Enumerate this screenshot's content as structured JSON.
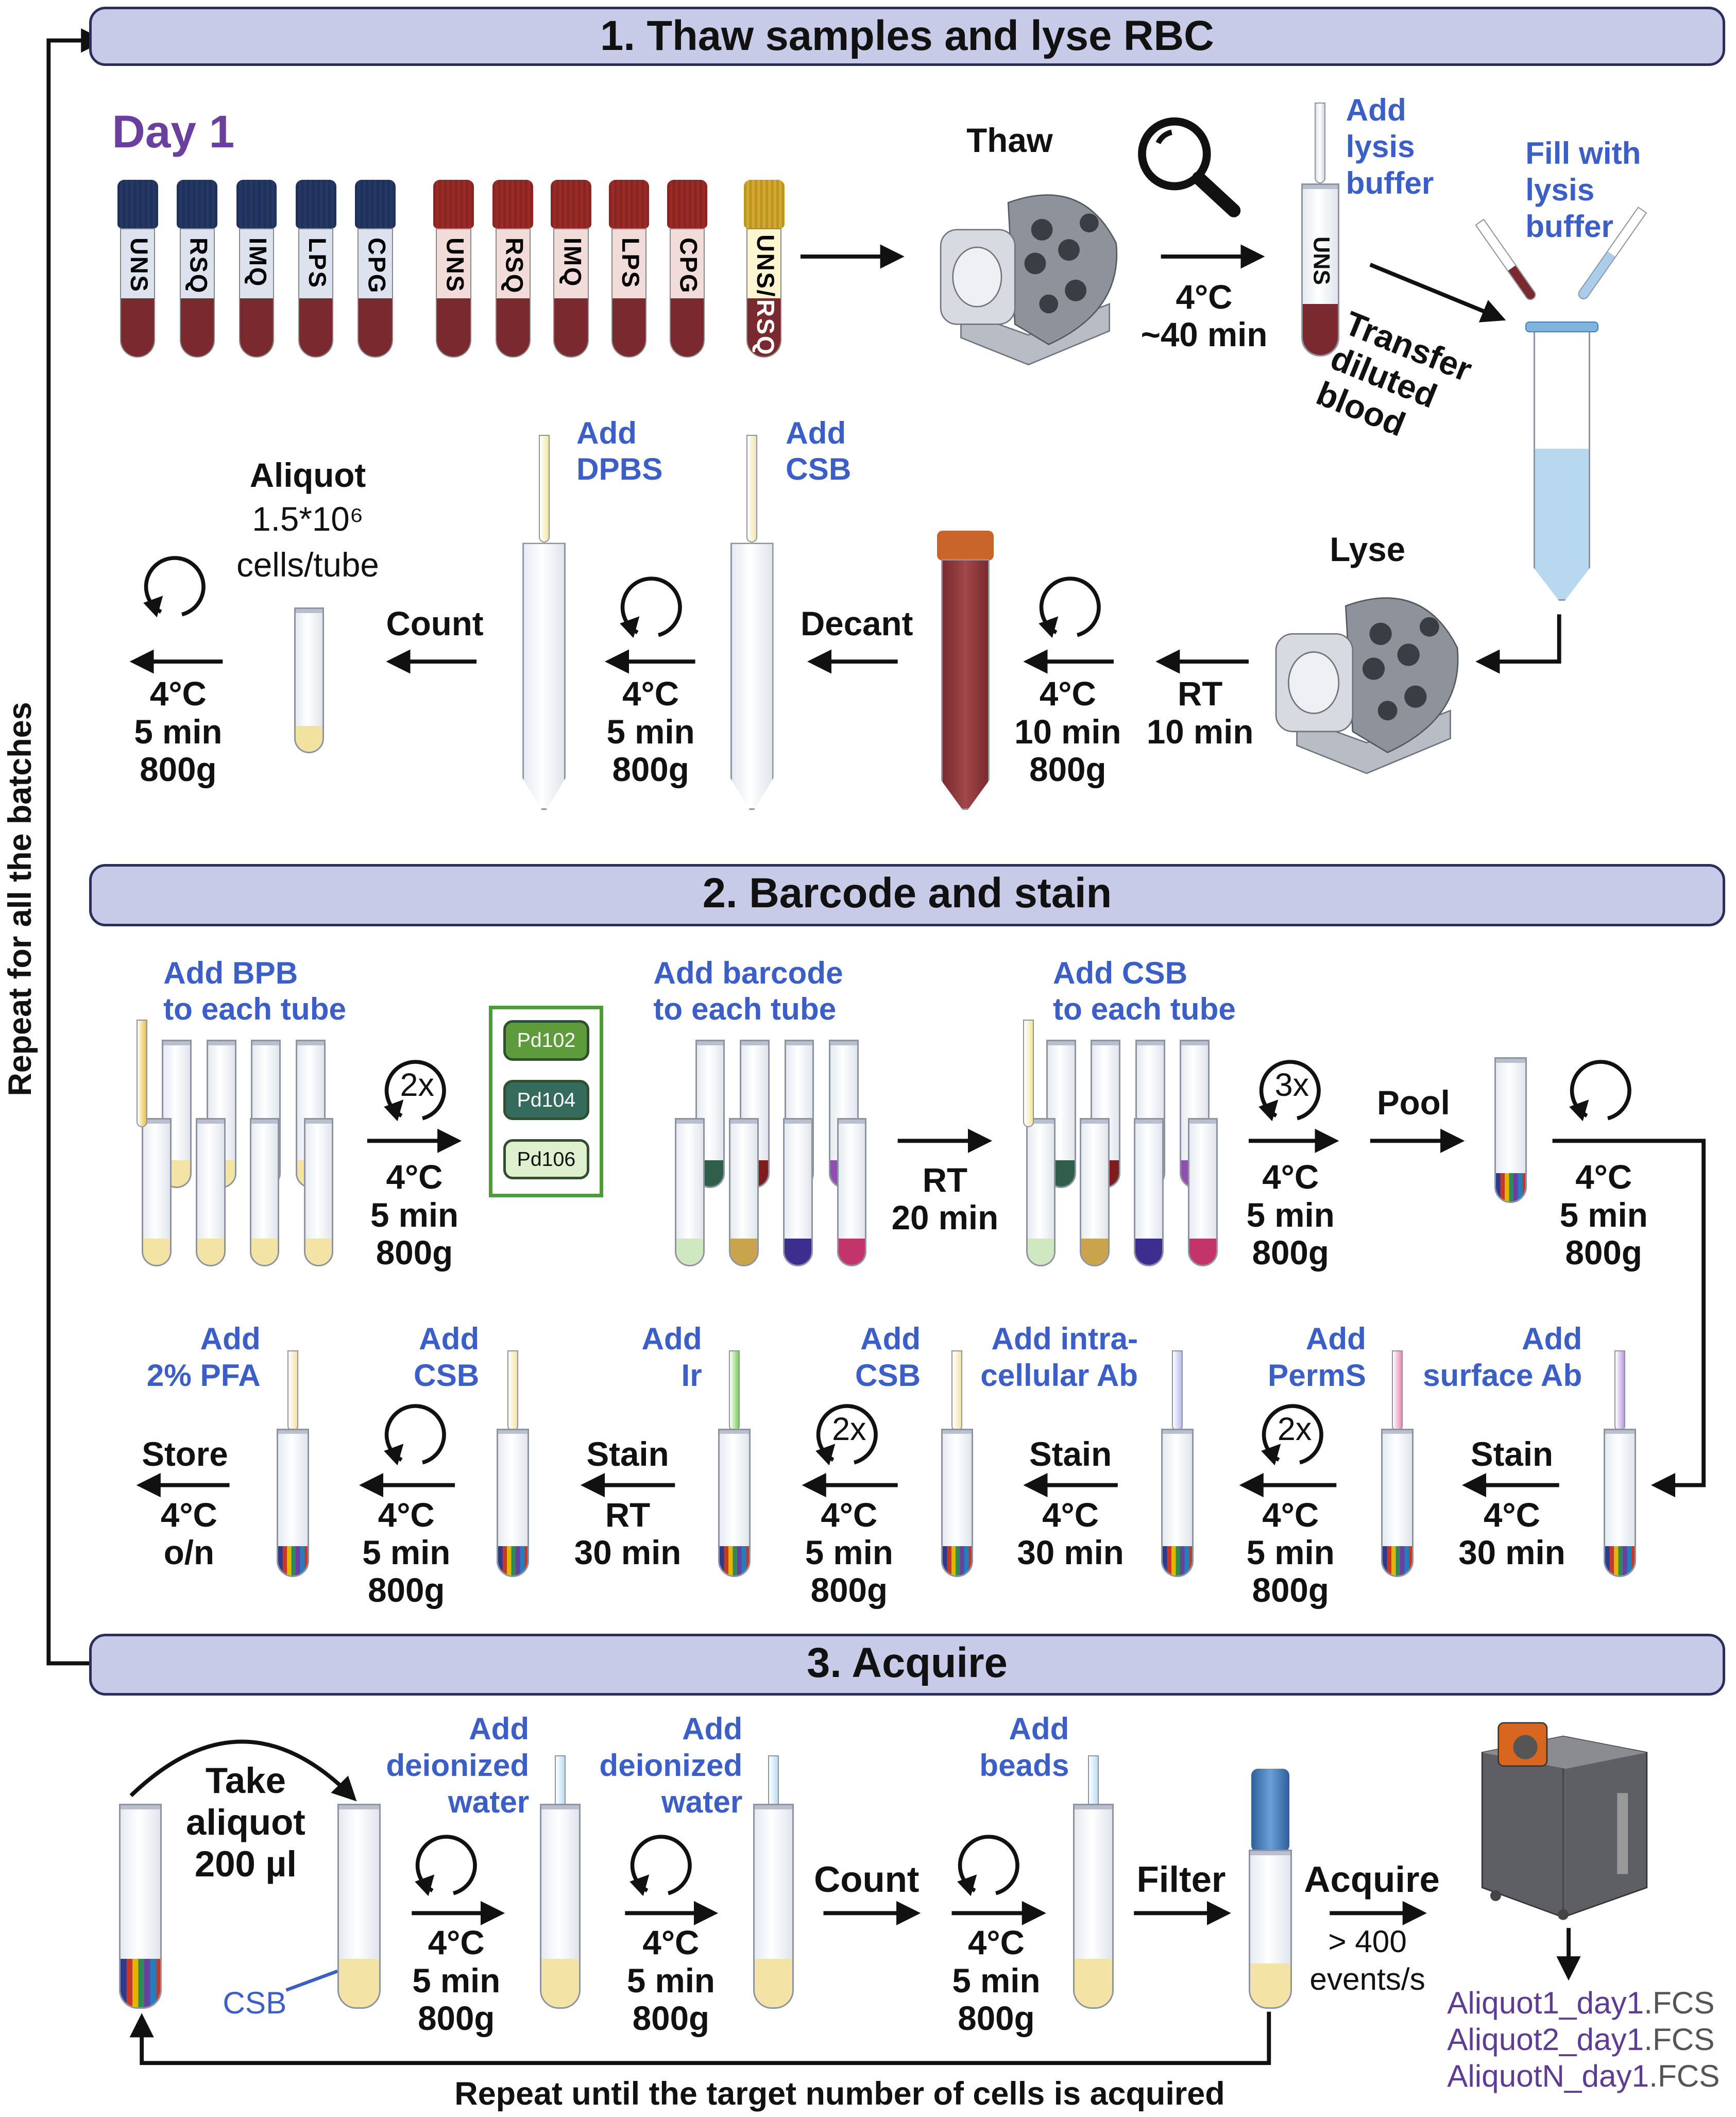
{
  "side_label": "Repeat for all the batches",
  "colors": {
    "header_fill": "#c8cbe7",
    "blue_text": "#3b5fc6",
    "purple": "#6a3f9e",
    "cap_blue": "#243865",
    "cap_red": "#9a2a26",
    "cap_yellow": "#d4a92a"
  },
  "s1": {
    "title": "1. Thaw samples and lyse RBC",
    "day": "Day 1",
    "tubes": [
      "UNS",
      "RSQ",
      "IMQ",
      "LPS",
      "CPG"
    ],
    "tube_mixed_top": "UNS/",
    "tube_mixed_bottom": "RSQ",
    "thaw": "Thaw",
    "thaw_cond": "4°C\n~40 min",
    "add_lysis": "Add\nlysis\nbuffer",
    "uns_tube": "UNS",
    "fill_lysis": "Fill with\nlysis\nbuffer",
    "transfer": "Transfer\ndiluted\nblood",
    "lyse": "Lyse",
    "lyse_cond": "RT\n10 min",
    "spin1": "4°C\n10 min\n800g",
    "decant": "Decant",
    "add_csb": "Add\nCSB",
    "spin2": "4°C\n5 min\n800g",
    "add_dpbs": "Add\nDPBS",
    "count": "Count",
    "aliquot_title": "Aliquot",
    "aliquot_amount": "1.5*10⁶",
    "aliquot_unit": "cells/tube",
    "spin3": "4°C\n5 min\n800g"
  },
  "s2": {
    "title": "2. Barcode and stain",
    "add_bpb": "Add BPB\nto each tube",
    "wash1_count": "2x",
    "spin1": "4°C\n5 min\n800g",
    "barcodes": [
      "Pd102",
      "Pd104",
      "Pd106"
    ],
    "add_barcode": "Add barcode\nto each tube",
    "incubate": "RT\n20 min",
    "add_csb_each": "Add CSB\nto each tube",
    "wash2_count": "3x",
    "spin2": "4°C\n5 min\n800g",
    "pool": "Pool",
    "spin3": "4°C\n5 min\n800g",
    "add_surface": "Add\nsurface Ab",
    "stain1": "Stain",
    "stain1_cond": "4°C\n30 min",
    "add_perms": "Add\nPermS",
    "wash3_count": "2x",
    "spin4": "4°C\n5 min\n800g",
    "add_intra": "Add intra-\ncellular Ab",
    "stain2": "Stain",
    "stain2_cond": "4°C\n30 min",
    "add_csb2": "Add\nCSB",
    "wash4_count": "2x",
    "spin5": "4°C\n5 min\n800g",
    "add_ir": "Add\nIr",
    "stain3": "Stain",
    "stain3_cond": "RT\n30 min",
    "add_csb3": "Add\nCSB",
    "spin6": "4°C\n5 min\n800g",
    "add_pfa": "Add\n2% PFA",
    "store": "Store",
    "store_cond": "4°C\no/n"
  },
  "s3": {
    "title": "3. Acquire",
    "take": "Take\naliquot\n200 µl",
    "csb": "CSB",
    "spin1": "4°C\n5 min\n800g",
    "add_water1": "Add\ndeionized\nwater",
    "spin2": "4°C\n5 min\n800g",
    "add_water2": "Add\ndeionized\nwater",
    "count": "Count",
    "spin3": "4°C\n5 min\n800g",
    "add_beads": "Add\nbeads",
    "filter": "Filter",
    "acquire": "Acquire",
    "rate": "> 400\nevents/s",
    "files": [
      {
        "name": "Aliquot1_day1",
        "ext": ".FCS"
      },
      {
        "name": "Aliquot2_day1",
        "ext": ".FCS"
      },
      {
        "name": "AliquotN_day1",
        "ext": ".FCS"
      }
    ],
    "loop": "Repeat until the target number of cells is acquired"
  }
}
